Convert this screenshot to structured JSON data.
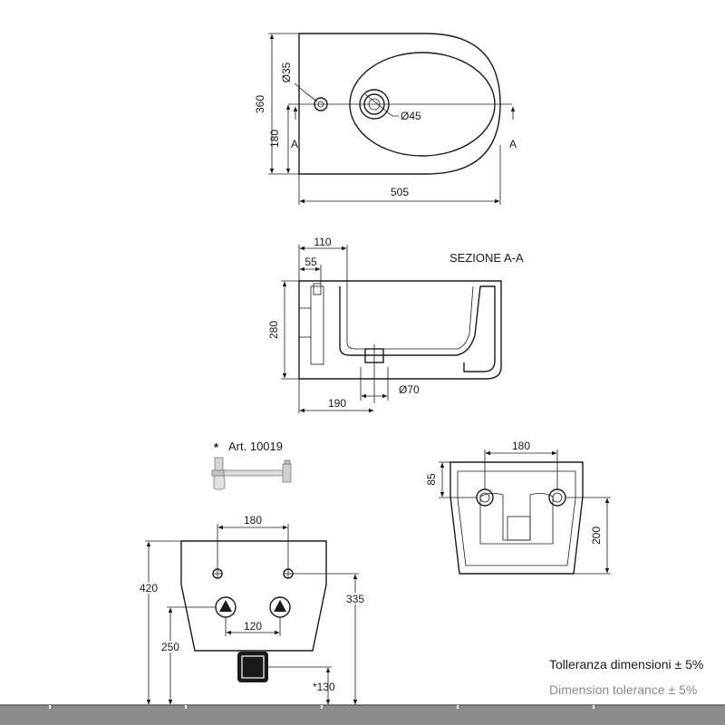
{
  "top_view": {
    "dim_height_total": "360",
    "dim_height_half": "180",
    "dim_length": "505",
    "dim_tap_hole": "Ø35",
    "dim_drain_hole": "Ø45",
    "section_mark_left": "A",
    "section_mark_right": "A"
  },
  "section_view": {
    "title": "SEZIONE A-A",
    "dim_110": "110",
    "dim_55": "55",
    "dim_height": "280",
    "dim_190": "190",
    "dim_drain": "Ø70"
  },
  "accessory": {
    "star": "*",
    "label": "Art. 10019"
  },
  "front_view": {
    "dim_top_spacing": "180",
    "dim_height": "420",
    "dim_bolts": "335",
    "dim_inlets_height": "250",
    "dim_inlets_spacing": "120",
    "dim_drain": "*130"
  },
  "back_view": {
    "dim_spacing": "180",
    "dim_85": "85",
    "dim_200": "200"
  },
  "tolerance": {
    "italian": "Tolleranza dimensioni ± 5%",
    "english": "Dimension tolerance ± 5%"
  },
  "colors": {
    "line": "#1a1a1a",
    "floor": "#8c8c8c",
    "secondary_text": "#8a8a8a"
  }
}
